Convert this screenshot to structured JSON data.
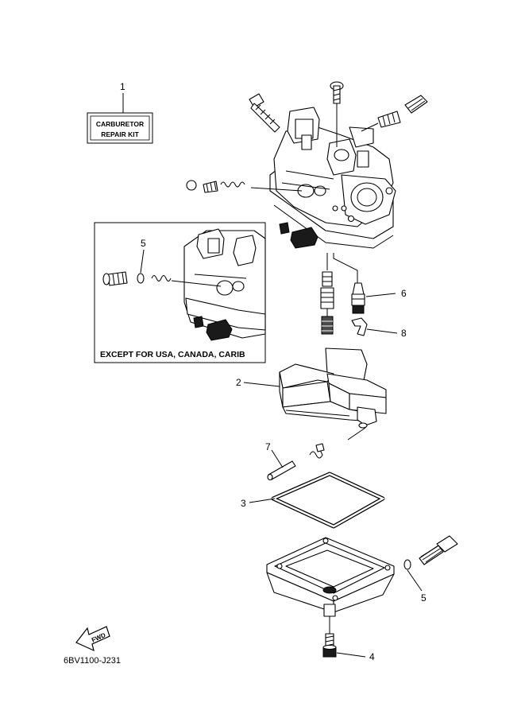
{
  "repair_kit": {
    "line1": "CARBURETOR",
    "line2": "REPAIR KIT"
  },
  "inset": {
    "caption": "EXCEPT FOR USA, CANADA, CARIB"
  },
  "callouts": {
    "kit": "1",
    "float_chamber": "2",
    "gasket": "3",
    "drain_screw": "4",
    "oring_inset": "5",
    "oring_main": "5",
    "needle_valve": "6",
    "float_pin": "7",
    "clip": "8"
  },
  "fwd_label": "FWD",
  "drawing_code": "6BV1100-J231"
}
